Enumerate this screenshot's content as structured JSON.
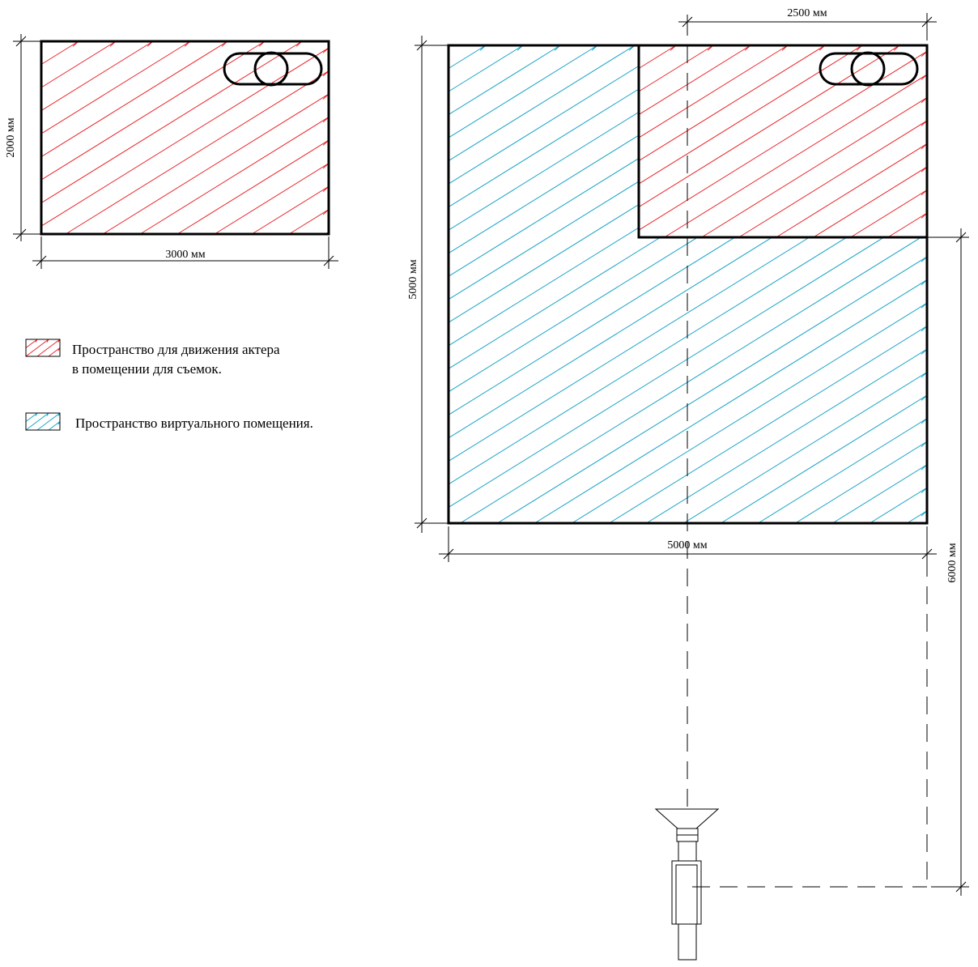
{
  "colors": {
    "actor_hatch": "#e8262b",
    "virtual_hatch": "#1aa3c7",
    "outline": "#000000"
  },
  "small_room": {
    "width_label": "3000 мм",
    "height_label": "2000 мм"
  },
  "large_room": {
    "width_label": "5000 мм",
    "height_label": "5000 мм",
    "inner_width_label": "2500 мм",
    "camera_distance_label": "6000 мм"
  },
  "legend": {
    "actor_line1": "Пространство для движения актера",
    "actor_line2": "в помещении для съемок.",
    "virtual_line1": "Пространство виртуального помещения."
  },
  "icons": {
    "actor_marker": "actor-figure-icon",
    "camera": "camera-icon"
  }
}
